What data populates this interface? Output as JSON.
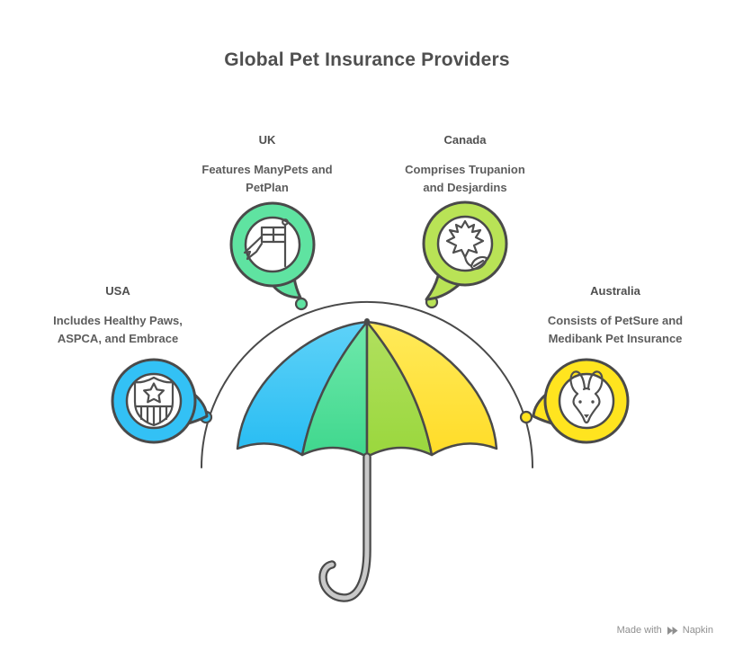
{
  "title": "Global Pet Insurance Providers",
  "nodes": [
    {
      "id": "usa",
      "label": "USA",
      "description": "Includes Healthy Paws, ASPCA, and Embrace",
      "color": "#33c1f5",
      "icon": "shield-star-icon"
    },
    {
      "id": "uk",
      "label": "UK",
      "description": "Features ManyPets and PetPlan",
      "color": "#5fe3a1",
      "icon": "uk-flag-icon"
    },
    {
      "id": "canada",
      "label": "Canada",
      "description": "Comprises Trupanion and Desjardins",
      "color": "#b9e356",
      "icon": "maple-leaf-icon"
    },
    {
      "id": "australia",
      "label": "Australia",
      "description": "Consists of PetSure and Medibank Pet Insurance",
      "color": "#ffe41f",
      "icon": "kangaroo-icon"
    }
  ],
  "umbrella": {
    "gradients": {
      "blue": {
        "top": "#5fd2f8",
        "bottom": "#27bcf2"
      },
      "mint": {
        "top": "#70e9ac",
        "bottom": "#3fd78d"
      },
      "lime": {
        "top": "#b1e05f",
        "bottom": "#9ad73d"
      },
      "yellow": {
        "top": "#ffea5a",
        "bottom": "#ffdc28"
      }
    },
    "handle_color": "#c9c9c9",
    "outline_color": "#4a4a4a"
  },
  "footer": {
    "made_with": "Made with",
    "brand": "Napkin"
  },
  "colors": {
    "title_text": "#4f4f4f",
    "body_text": "#5d5d5d",
    "footer_text": "#8f8f8f",
    "background": "#ffffff"
  }
}
